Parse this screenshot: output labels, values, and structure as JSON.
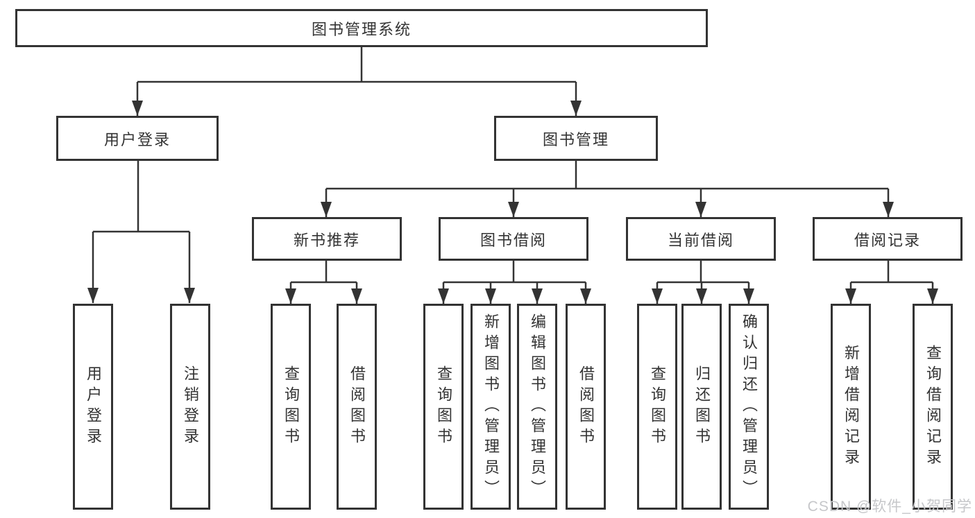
{
  "diagram": {
    "title": "图书管理系统",
    "level2": [
      {
        "label": "用户登录",
        "children": [
          {
            "label": "用户登录"
          },
          {
            "label": "注销登录"
          }
        ]
      },
      {
        "label": "图书管理",
        "children": [
          {
            "label": "新书推荐",
            "children": [
              {
                "label": "查询图书"
              },
              {
                "label": "借阅图书"
              }
            ]
          },
          {
            "label": "图书借阅",
            "children": [
              {
                "label": "查询图书"
              },
              {
                "label": "新增图书（管理员）"
              },
              {
                "label": "编辑图书（管理员）"
              },
              {
                "label": "借阅图书"
              }
            ]
          },
          {
            "label": "当前借阅",
            "children": [
              {
                "label": "查询图书"
              },
              {
                "label": "归还图书"
              },
              {
                "label": "确认归还（管理员）"
              }
            ]
          },
          {
            "label": "借阅记录",
            "children": [
              {
                "label": "新增借阅记录"
              },
              {
                "label": "查询借阅记录"
              }
            ]
          }
        ]
      }
    ]
  },
  "watermark": {
    "text": "CSDN @软件_小贺同学"
  },
  "colors": {
    "line": "#333333",
    "text": "#333333",
    "background": "#ffffff",
    "watermark": "#c6c7ca"
  }
}
